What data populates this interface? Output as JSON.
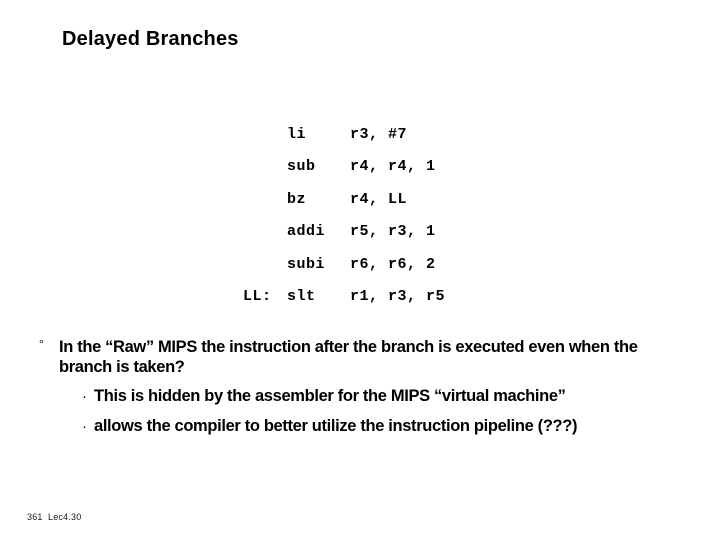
{
  "slide": {
    "title": "Delayed Branches",
    "background_color": "#ffffff",
    "text_color": "#000000"
  },
  "code_listing": {
    "lines": [
      {
        "label": "",
        "mnemonic": "li",
        "operands": "r3, #7"
      },
      {
        "label": "",
        "mnemonic": "sub",
        "operands": "r4, r4, 1"
      },
      {
        "label": "",
        "mnemonic": "bz",
        "operands": "r4, LL"
      },
      {
        "label": "",
        "mnemonic": "addi",
        "operands": "r5, r3, 1"
      },
      {
        "label": "",
        "mnemonic": "subi",
        "operands": "r6, r6, 2"
      },
      {
        "label": "LL:",
        "mnemonic": "slt",
        "operands": "r1, r3, r5"
      }
    ]
  },
  "body": {
    "bullets": [
      {
        "level": 1,
        "marker": "°",
        "text": "In the “Raw” MIPS the instruction after the branch is executed even when the branch is taken?"
      },
      {
        "level": 2,
        "marker": "·",
        "text": "This is hidden by the assembler for the MIPS “virtual machine”"
      },
      {
        "level": 2,
        "marker": "·",
        "text": "allows the compiler to better utilize the instruction pipeline (???)"
      }
    ]
  },
  "footer": {
    "text": "361  Lec4.30"
  }
}
